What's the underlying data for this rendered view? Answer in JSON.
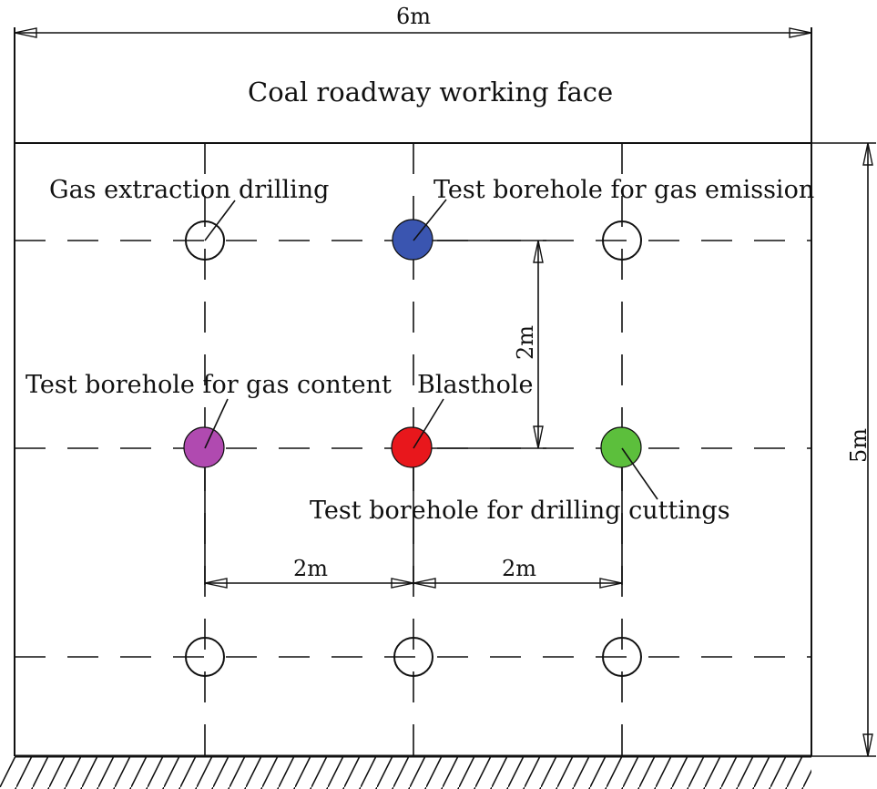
{
  "labels": {
    "top_width": "6m",
    "working_face": "Coal roadway working face",
    "gas_extraction": "Gas extraction drilling",
    "gas_emission": "Test borehole for gas emission",
    "gas_content": "Test borehole for gas content",
    "blasthole": "Blasthole",
    "drilling_cuttings": "Test borehole for drilling cuttings",
    "spacing_vertical": "2m",
    "spacing_left": "2m",
    "spacing_right": "2m",
    "right_height": "5m"
  },
  "colors": {
    "gas_emission": "#3a55b0",
    "gas_content": "#b04ab0",
    "blasthole": "#e8171c",
    "drilling_cuttings": "#5cbf3c"
  }
}
